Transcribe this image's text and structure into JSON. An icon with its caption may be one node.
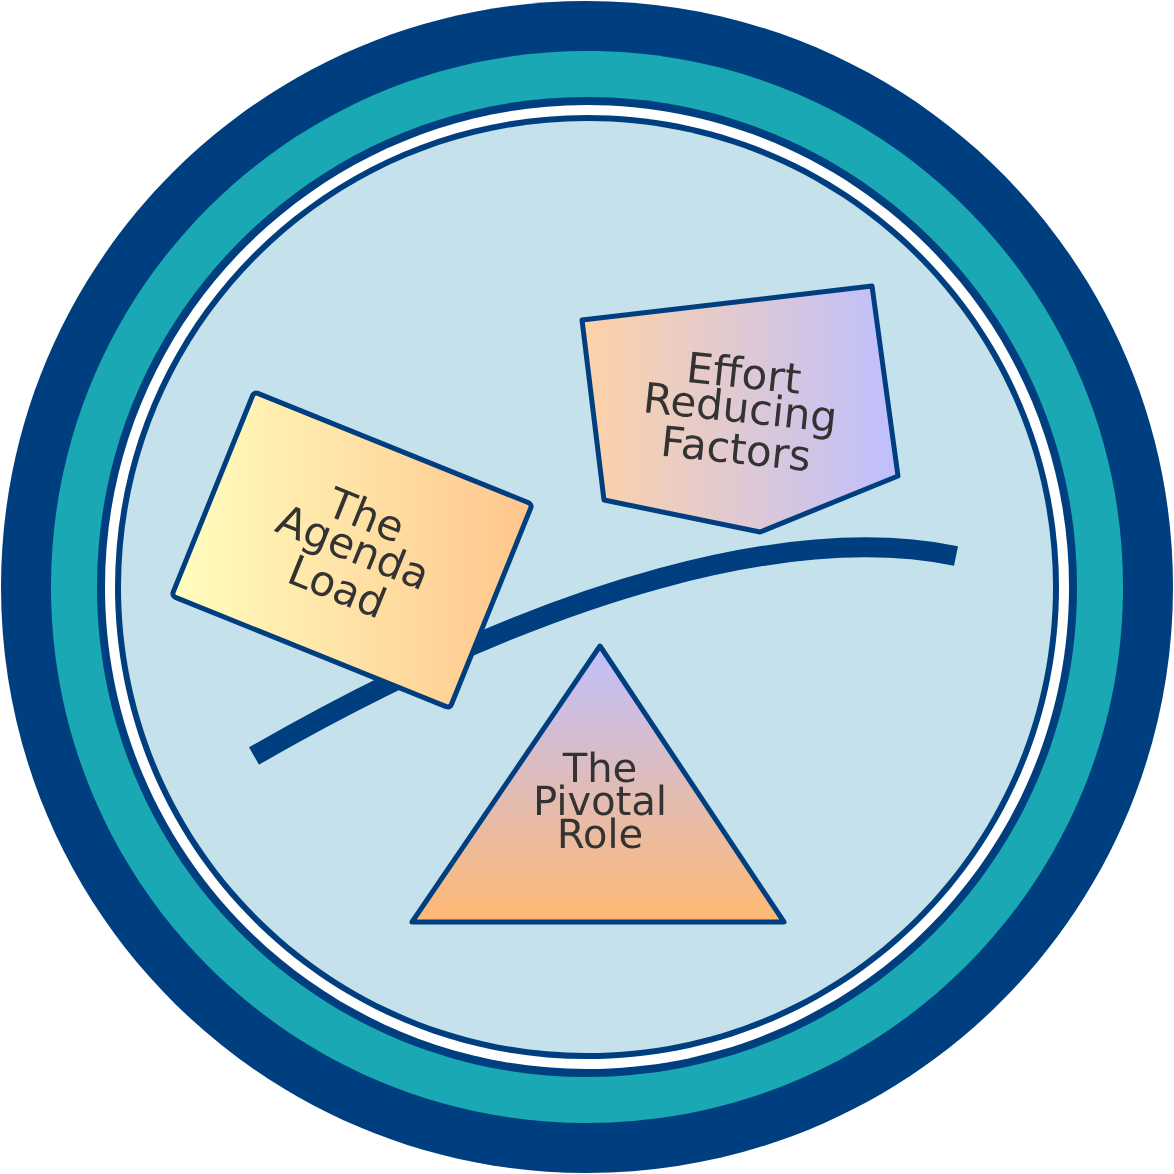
{
  "diagram": {
    "nodes": [
      {
        "text": [
          "The Agenda Load"
        ]
      },
      {
        "text": [
          "Effort Reducing Factors"
        ]
      },
      {
        "text": [
          "The Pivotal Role"
        ]
      }
    ]
  }
}
